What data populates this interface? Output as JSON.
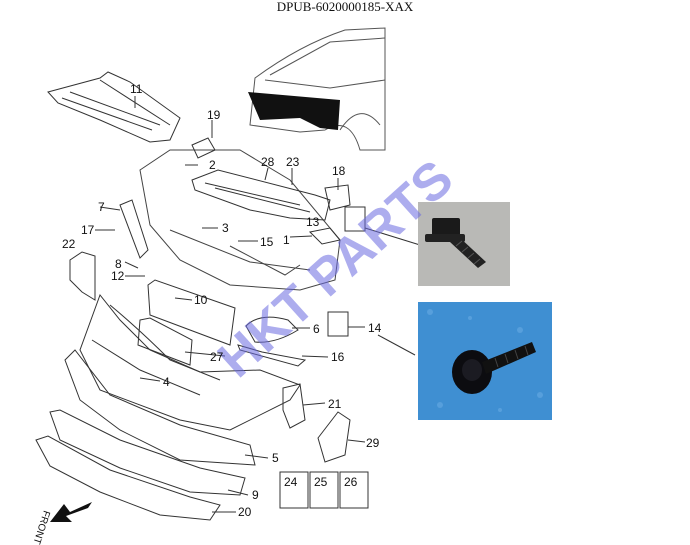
{
  "diagram": {
    "title": "DPUB-6020000185-XAX",
    "watermark": "HKT PARTS",
    "front_label": "FRONT",
    "callouts": [
      "1",
      "2",
      "3",
      "4",
      "5",
      "6",
      "7",
      "8",
      "9",
      "10",
      "11",
      "12",
      "13",
      "14",
      "15",
      "16",
      "17",
      "18",
      "19",
      "20",
      "21",
      "22",
      "23",
      "24",
      "25",
      "26",
      "27",
      "28",
      "29"
    ],
    "colors": {
      "line": "#333333",
      "watermark": "#6a6ae0",
      "photo_bg_1": "#b9b9b6",
      "photo_bg_2": "#3f8fd2"
    },
    "icons": [
      "car-outline-icon",
      "bolt-photo-icon",
      "screw-photo-icon",
      "front-arrow-icon"
    ]
  }
}
